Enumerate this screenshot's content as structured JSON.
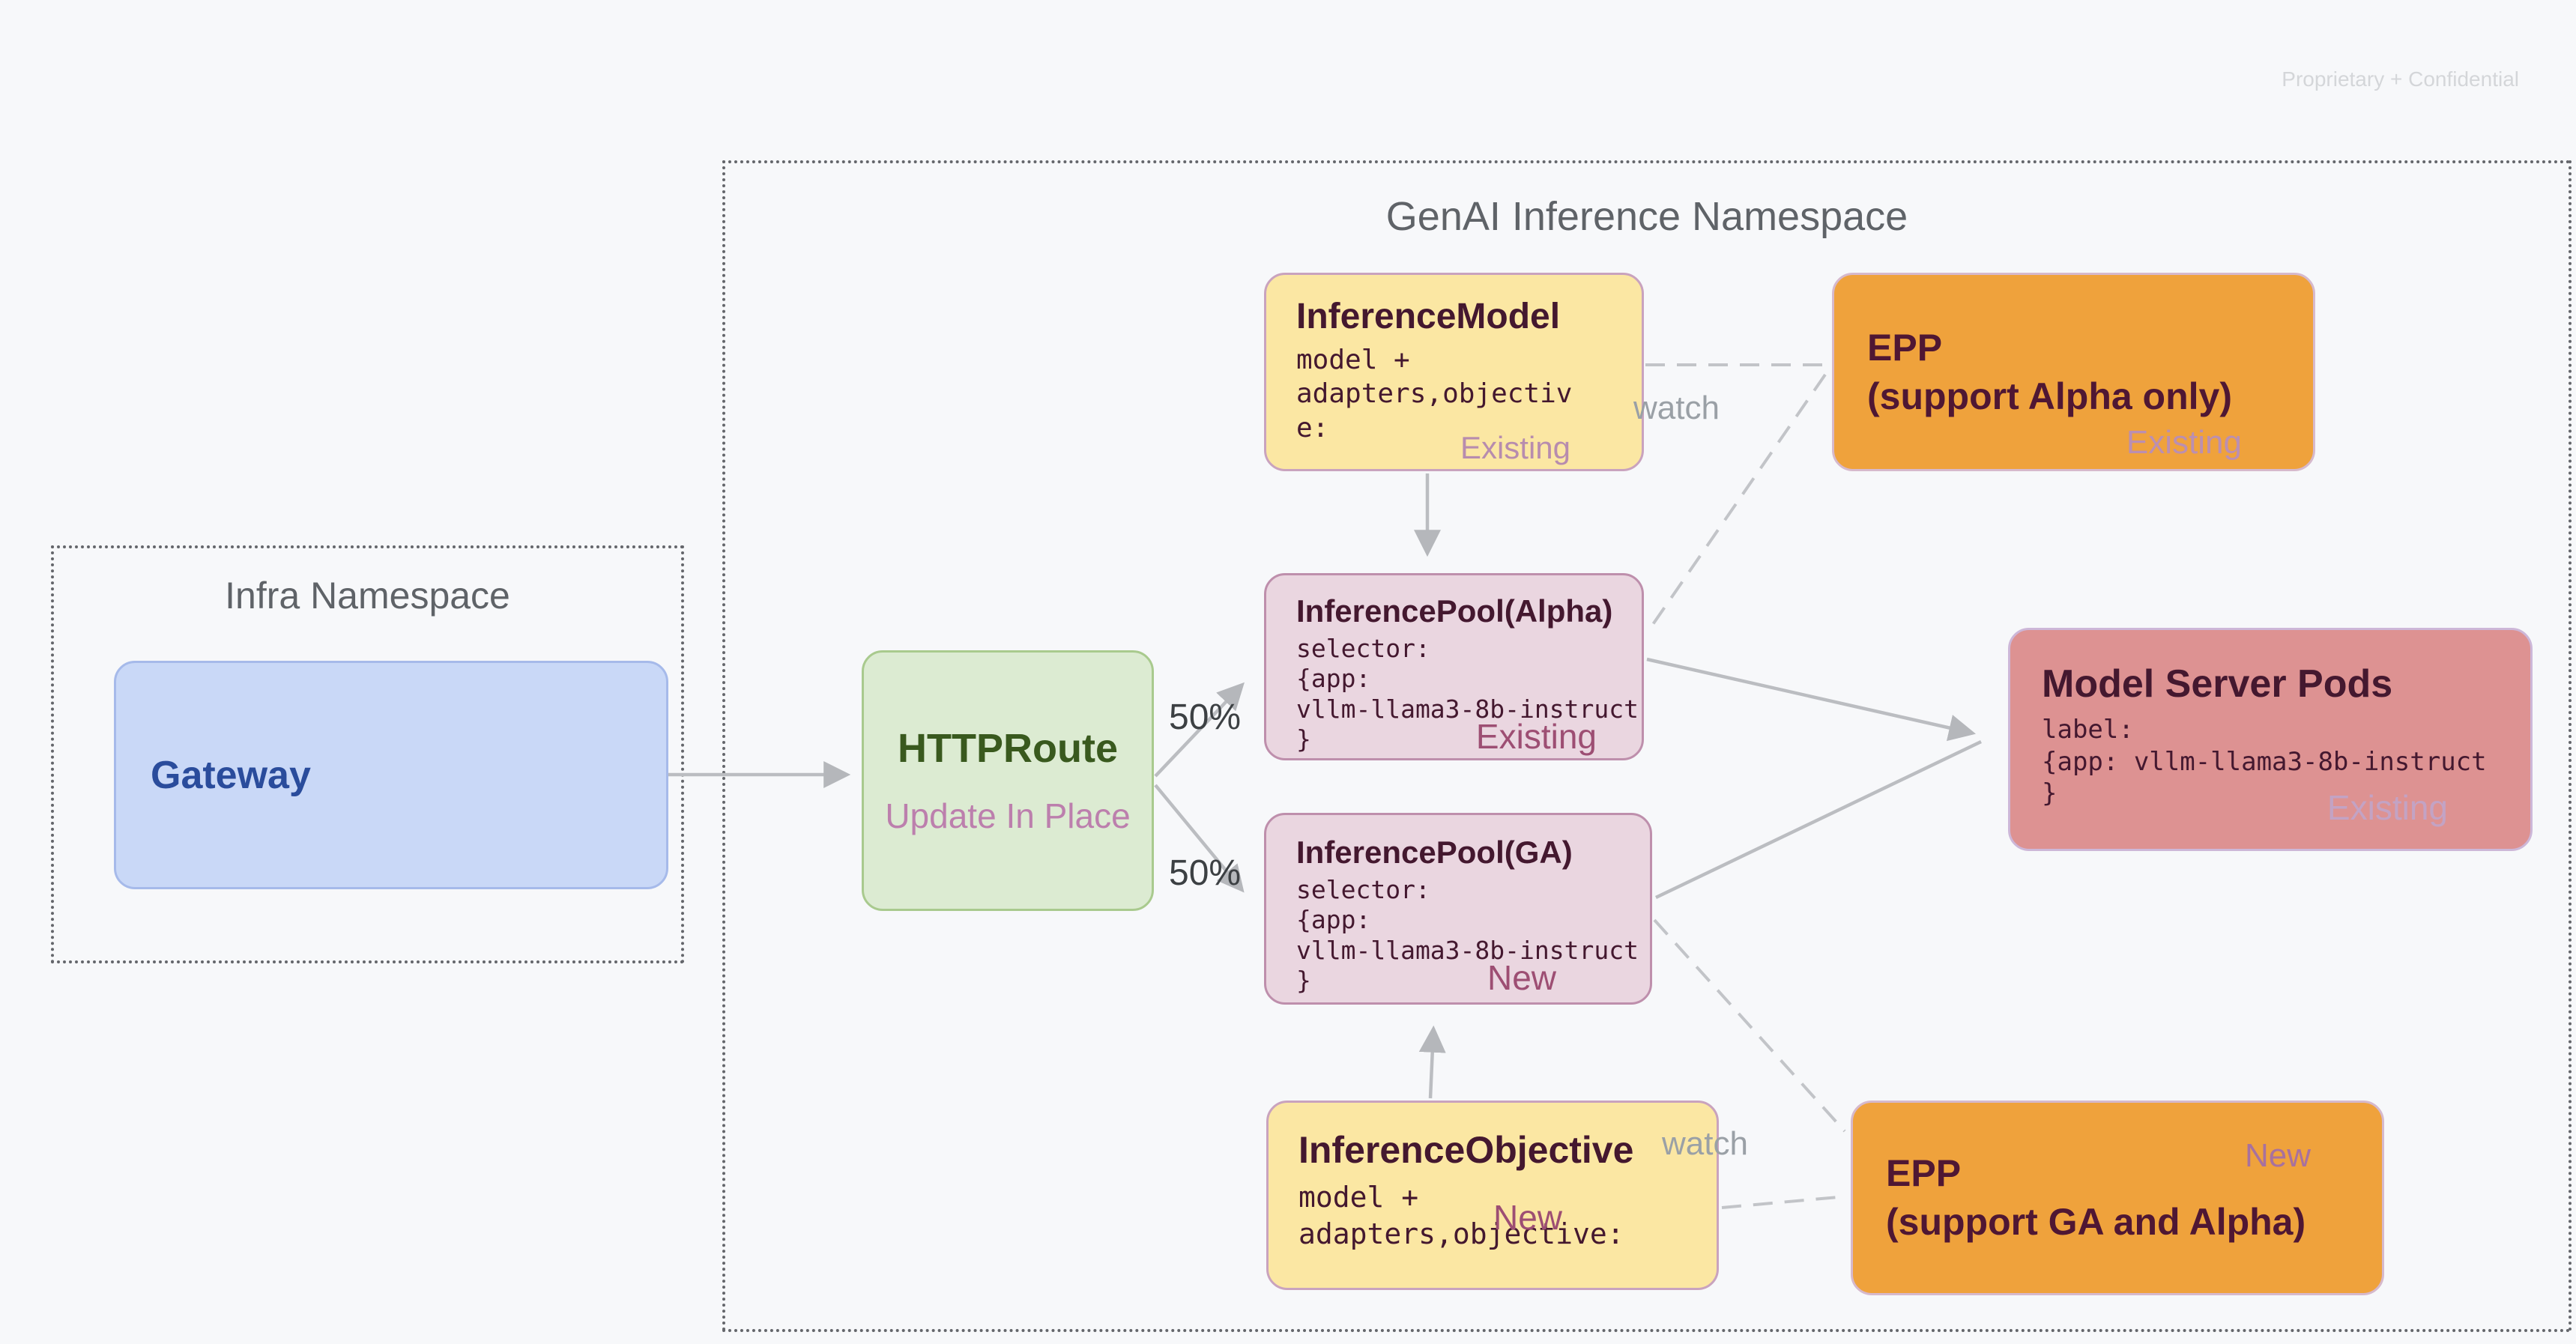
{
  "page": {
    "confidential_note": "Proprietary + Confidential"
  },
  "namespaces": {
    "infra": {
      "title": "Infra Namespace"
    },
    "genai": {
      "title": "GenAI Inference Namespace"
    }
  },
  "nodes": {
    "gateway": {
      "title": "Gateway"
    },
    "httproute": {
      "title": "HTTPRoute",
      "subtitle": "Update In Place"
    },
    "inference_model": {
      "title": "InferenceModel",
      "code": "model +\nadapters,objectiv\ne:",
      "status": "Existing"
    },
    "epp_alpha": {
      "title": "EPP\n(support Alpha only)",
      "status": "Existing"
    },
    "pool_alpha": {
      "title": "InferencePool(Alpha)",
      "code": "selector:\n{app:\nvllm-llama3-8b-instruct\n}",
      "status": "Existing"
    },
    "pool_ga": {
      "title": "InferencePool(GA)",
      "code": "selector:\n{app:\nvllm-llama3-8b-instruct\n}",
      "status": "New"
    },
    "model_server_pods": {
      "title": "Model Server Pods",
      "code": "label:\n{app: vllm-llama3-8b-instruct\n}",
      "status": "Existing"
    },
    "inference_objective": {
      "title": "InferenceObjective",
      "code": "model +\nadapters,objective:",
      "status": "New"
    },
    "epp_ga": {
      "title": "EPP\n(support GA and Alpha)",
      "status": "New"
    }
  },
  "edge_labels": {
    "split_top": "50%",
    "split_bottom": "50%",
    "watch_top": "watch",
    "watch_bottom": "watch"
  },
  "colors": {
    "background": "#F7F8FA",
    "gateway_fill": "#C9D8F7",
    "gateway_text": "#2A4C9C",
    "httproute_fill": "#DCEBD2",
    "httproute_text": "#39591E",
    "yellow_fill": "#FBE7A3",
    "orange_fill": "#EFA23C",
    "pool_fill": "#EAD6E0",
    "pods_fill": "#DD9292",
    "dark_text": "#44182F",
    "status_new_rose": "#9D4E73",
    "status_existing_mauve": "#B78CAE",
    "edge_gray": "#BBBDC1",
    "namespace_title_gray": "#5F6368"
  }
}
